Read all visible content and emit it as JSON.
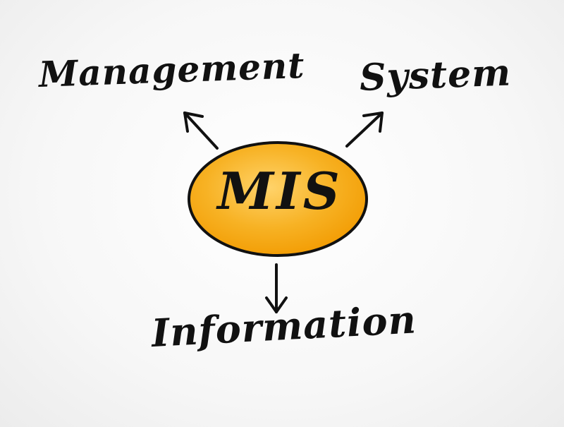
{
  "diagram": {
    "center": {
      "label": "MIS",
      "fill_color": "#f5a70f",
      "stroke_color": "#111111"
    },
    "branches": [
      {
        "label": "Management"
      },
      {
        "label": "System"
      },
      {
        "label": "Information"
      }
    ]
  }
}
